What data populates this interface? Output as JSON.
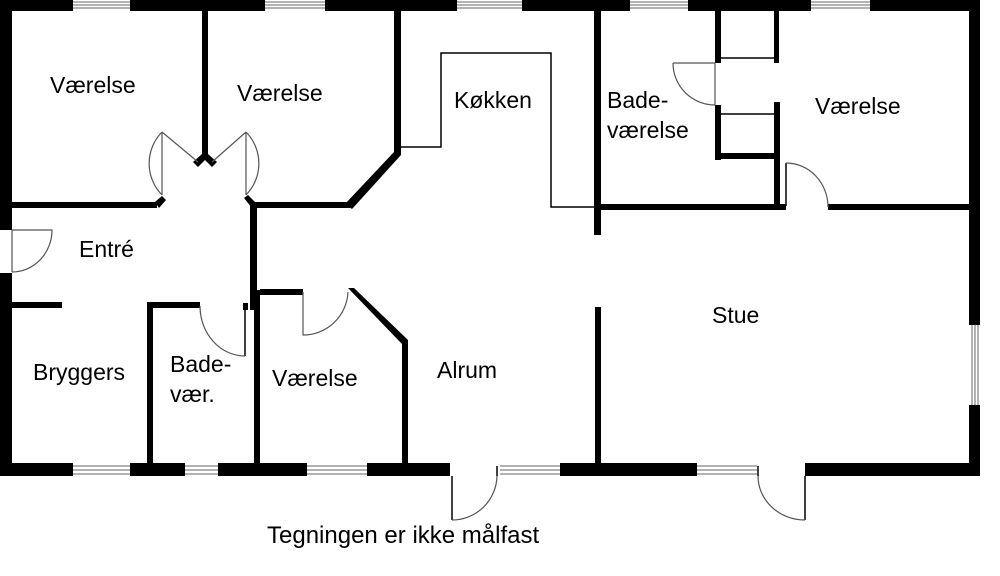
{
  "plan": {
    "rooms": [
      {
        "id": "vaerelse-1",
        "lines": [
          "Værelse"
        ]
      },
      {
        "id": "vaerelse-2",
        "lines": [
          "Værelse"
        ]
      },
      {
        "id": "koekken",
        "lines": [
          "Køkken"
        ]
      },
      {
        "id": "badevaerelse",
        "lines": [
          "Bade-",
          "værelse"
        ]
      },
      {
        "id": "vaerelse-3",
        "lines": [
          "Værelse"
        ]
      },
      {
        "id": "entre",
        "lines": [
          "Entré"
        ]
      },
      {
        "id": "stue",
        "lines": [
          "Stue"
        ]
      },
      {
        "id": "bryggers",
        "lines": [
          "Bryggers"
        ]
      },
      {
        "id": "badevaer",
        "lines": [
          "Bade-",
          "vær."
        ]
      },
      {
        "id": "vaerelse-4",
        "lines": [
          "Værelse"
        ]
      },
      {
        "id": "alrum",
        "lines": [
          "Alrum"
        ]
      }
    ],
    "caption": "Tegningen er ikke målfast",
    "colors": {
      "wall": "#000000",
      "background": "#ffffff"
    }
  }
}
